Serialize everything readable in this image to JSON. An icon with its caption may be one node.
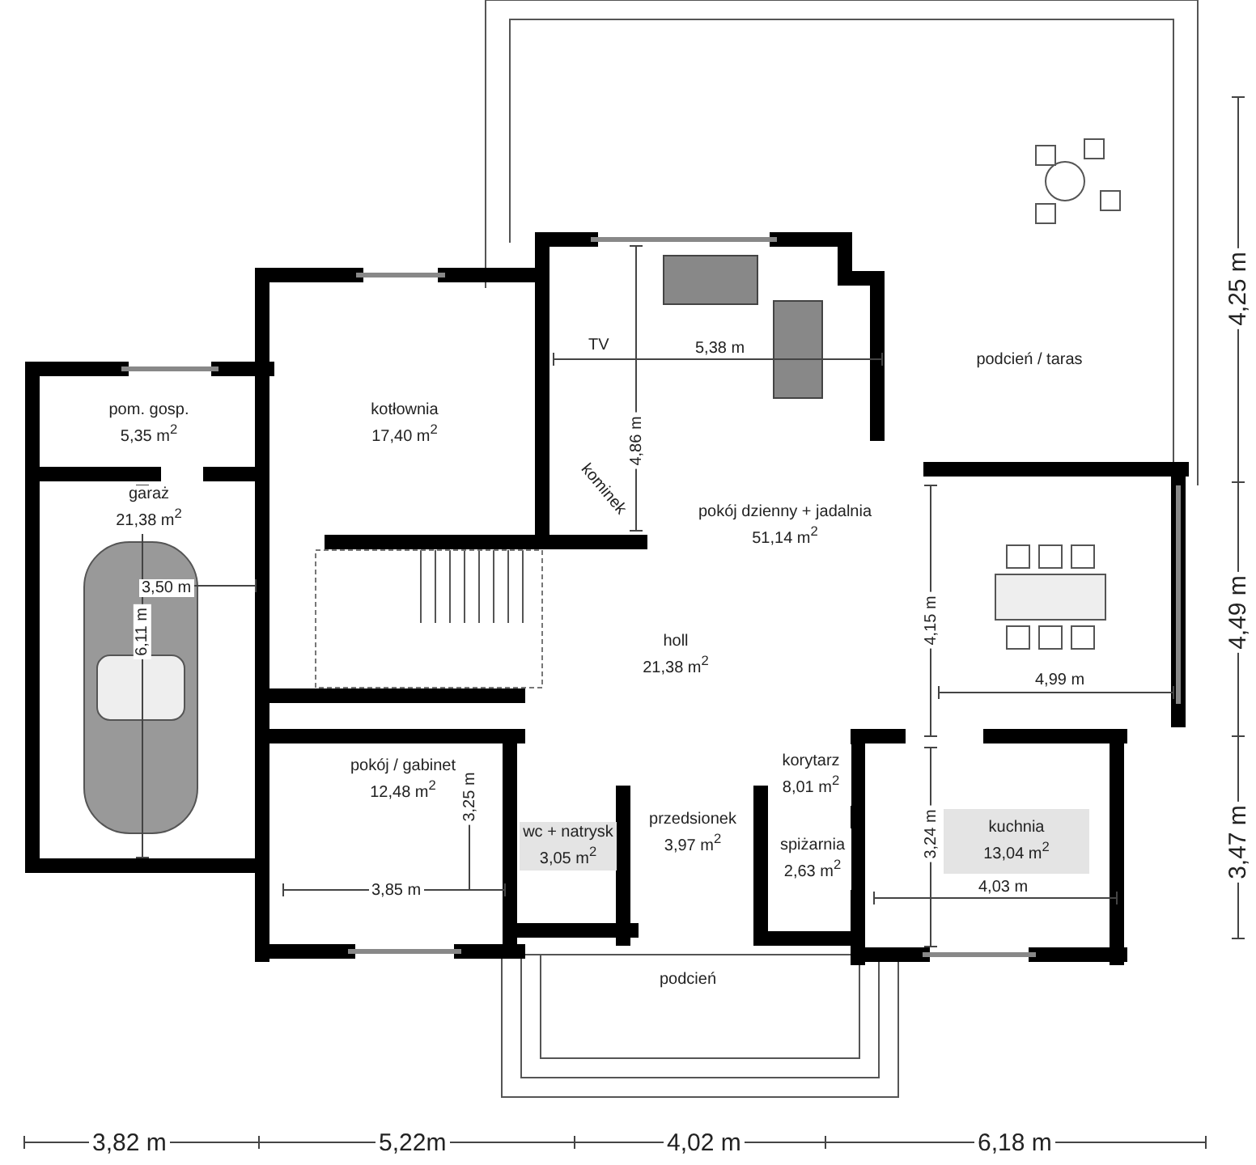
{
  "diagram": {
    "nodes": [
      {
        "text": [
          "podcień / taras"
        ]
      },
      {
        "text": [
          "pom. gosp.",
          "5,35 m$^{2}$"
        ]
      },
      {
        "text": [
          "kotłownia",
          "17,40 m$^{2}$"
        ]
      },
      {
        "text": [
          "garaż",
          "21,38 m$^{2}$"
        ]
      },
      {
        "text": [
          "pokój dzienny + jadalnia",
          "51,14 m$^{2}$"
        ]
      },
      {
        "text": [
          "holl",
          "21,38 m$^{2}$"
        ]
      },
      {
        "text": [
          "pokój / gabinet",
          "12,48 m$^{2}$"
        ]
      },
      {
        "text": [
          "wc + natrysk",
          "3,05 m$^{2}$"
        ]
      },
      {
        "text": [
          "przedsionek",
          "3,97 m$^{2}$"
        ]
      },
      {
        "text": [
          "korytarz",
          "8,01 m$^{2}$"
        ]
      },
      {
        "text": [
          "spiżarnia",
          "2,63 m$^{2}$"
        ]
      },
      {
        "text": [
          "kuchnia",
          "13,04 m$^{2}$"
        ]
      },
      {
        "text": [
          "podcień"
        ]
      }
    ],
    "labels": [
      "4,25 m",
      "TV",
      "5,38 m",
      "4,86 m",
      "kominek",
      "3,50 m",
      "6,11 m",
      "4,15 m",
      "4,49 m",
      "4,99 m",
      "3,25 m",
      "3,24 m",
      "3,85 m",
      "4,03 m",
      "3,47 m",
      "3,82 m",
      "5,22m",
      "4,02 m",
      "6,18 m"
    ]
  }
}
